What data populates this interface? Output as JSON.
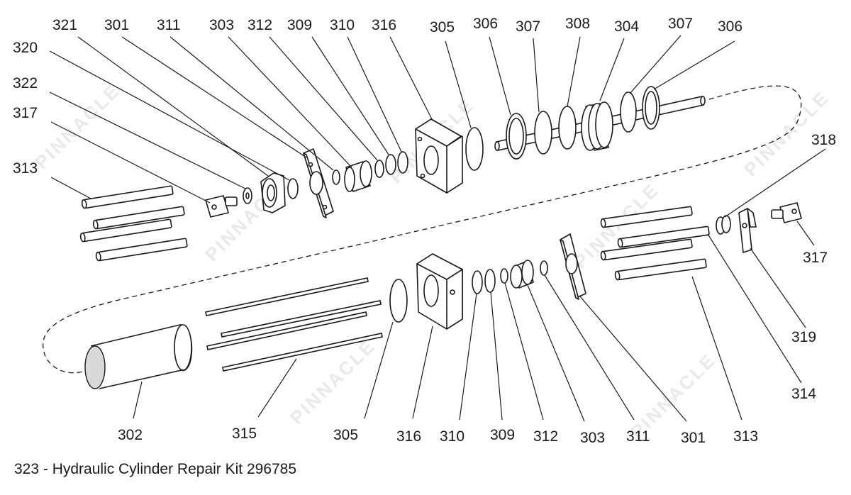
{
  "caption": "323 - Hydraulic Cylinder Repair Kit 296785",
  "watermark": "PINNACLE",
  "labels": {
    "l321a": "321",
    "l301a": "301",
    "l311a": "311",
    "l303a": "303",
    "l312a": "312",
    "l309a": "309",
    "l310a": "310",
    "l316a": "316",
    "l305a": "305",
    "l306a": "306",
    "l307a": "307",
    "l308a": "308",
    "l304a": "304",
    "l307b": "307",
    "l306b": "306",
    "l320": "320",
    "l322": "322",
    "l317a": "317",
    "l313a": "313",
    "l318": "318",
    "l317b": "317",
    "l319": "319",
    "l314": "314",
    "l302": "302",
    "l315": "315",
    "l305b": "305",
    "l316b": "316",
    "l310b": "310",
    "l309b": "309",
    "l312b": "312",
    "l303b": "303",
    "l311b": "311",
    "l301b": "301",
    "l313b": "313"
  }
}
